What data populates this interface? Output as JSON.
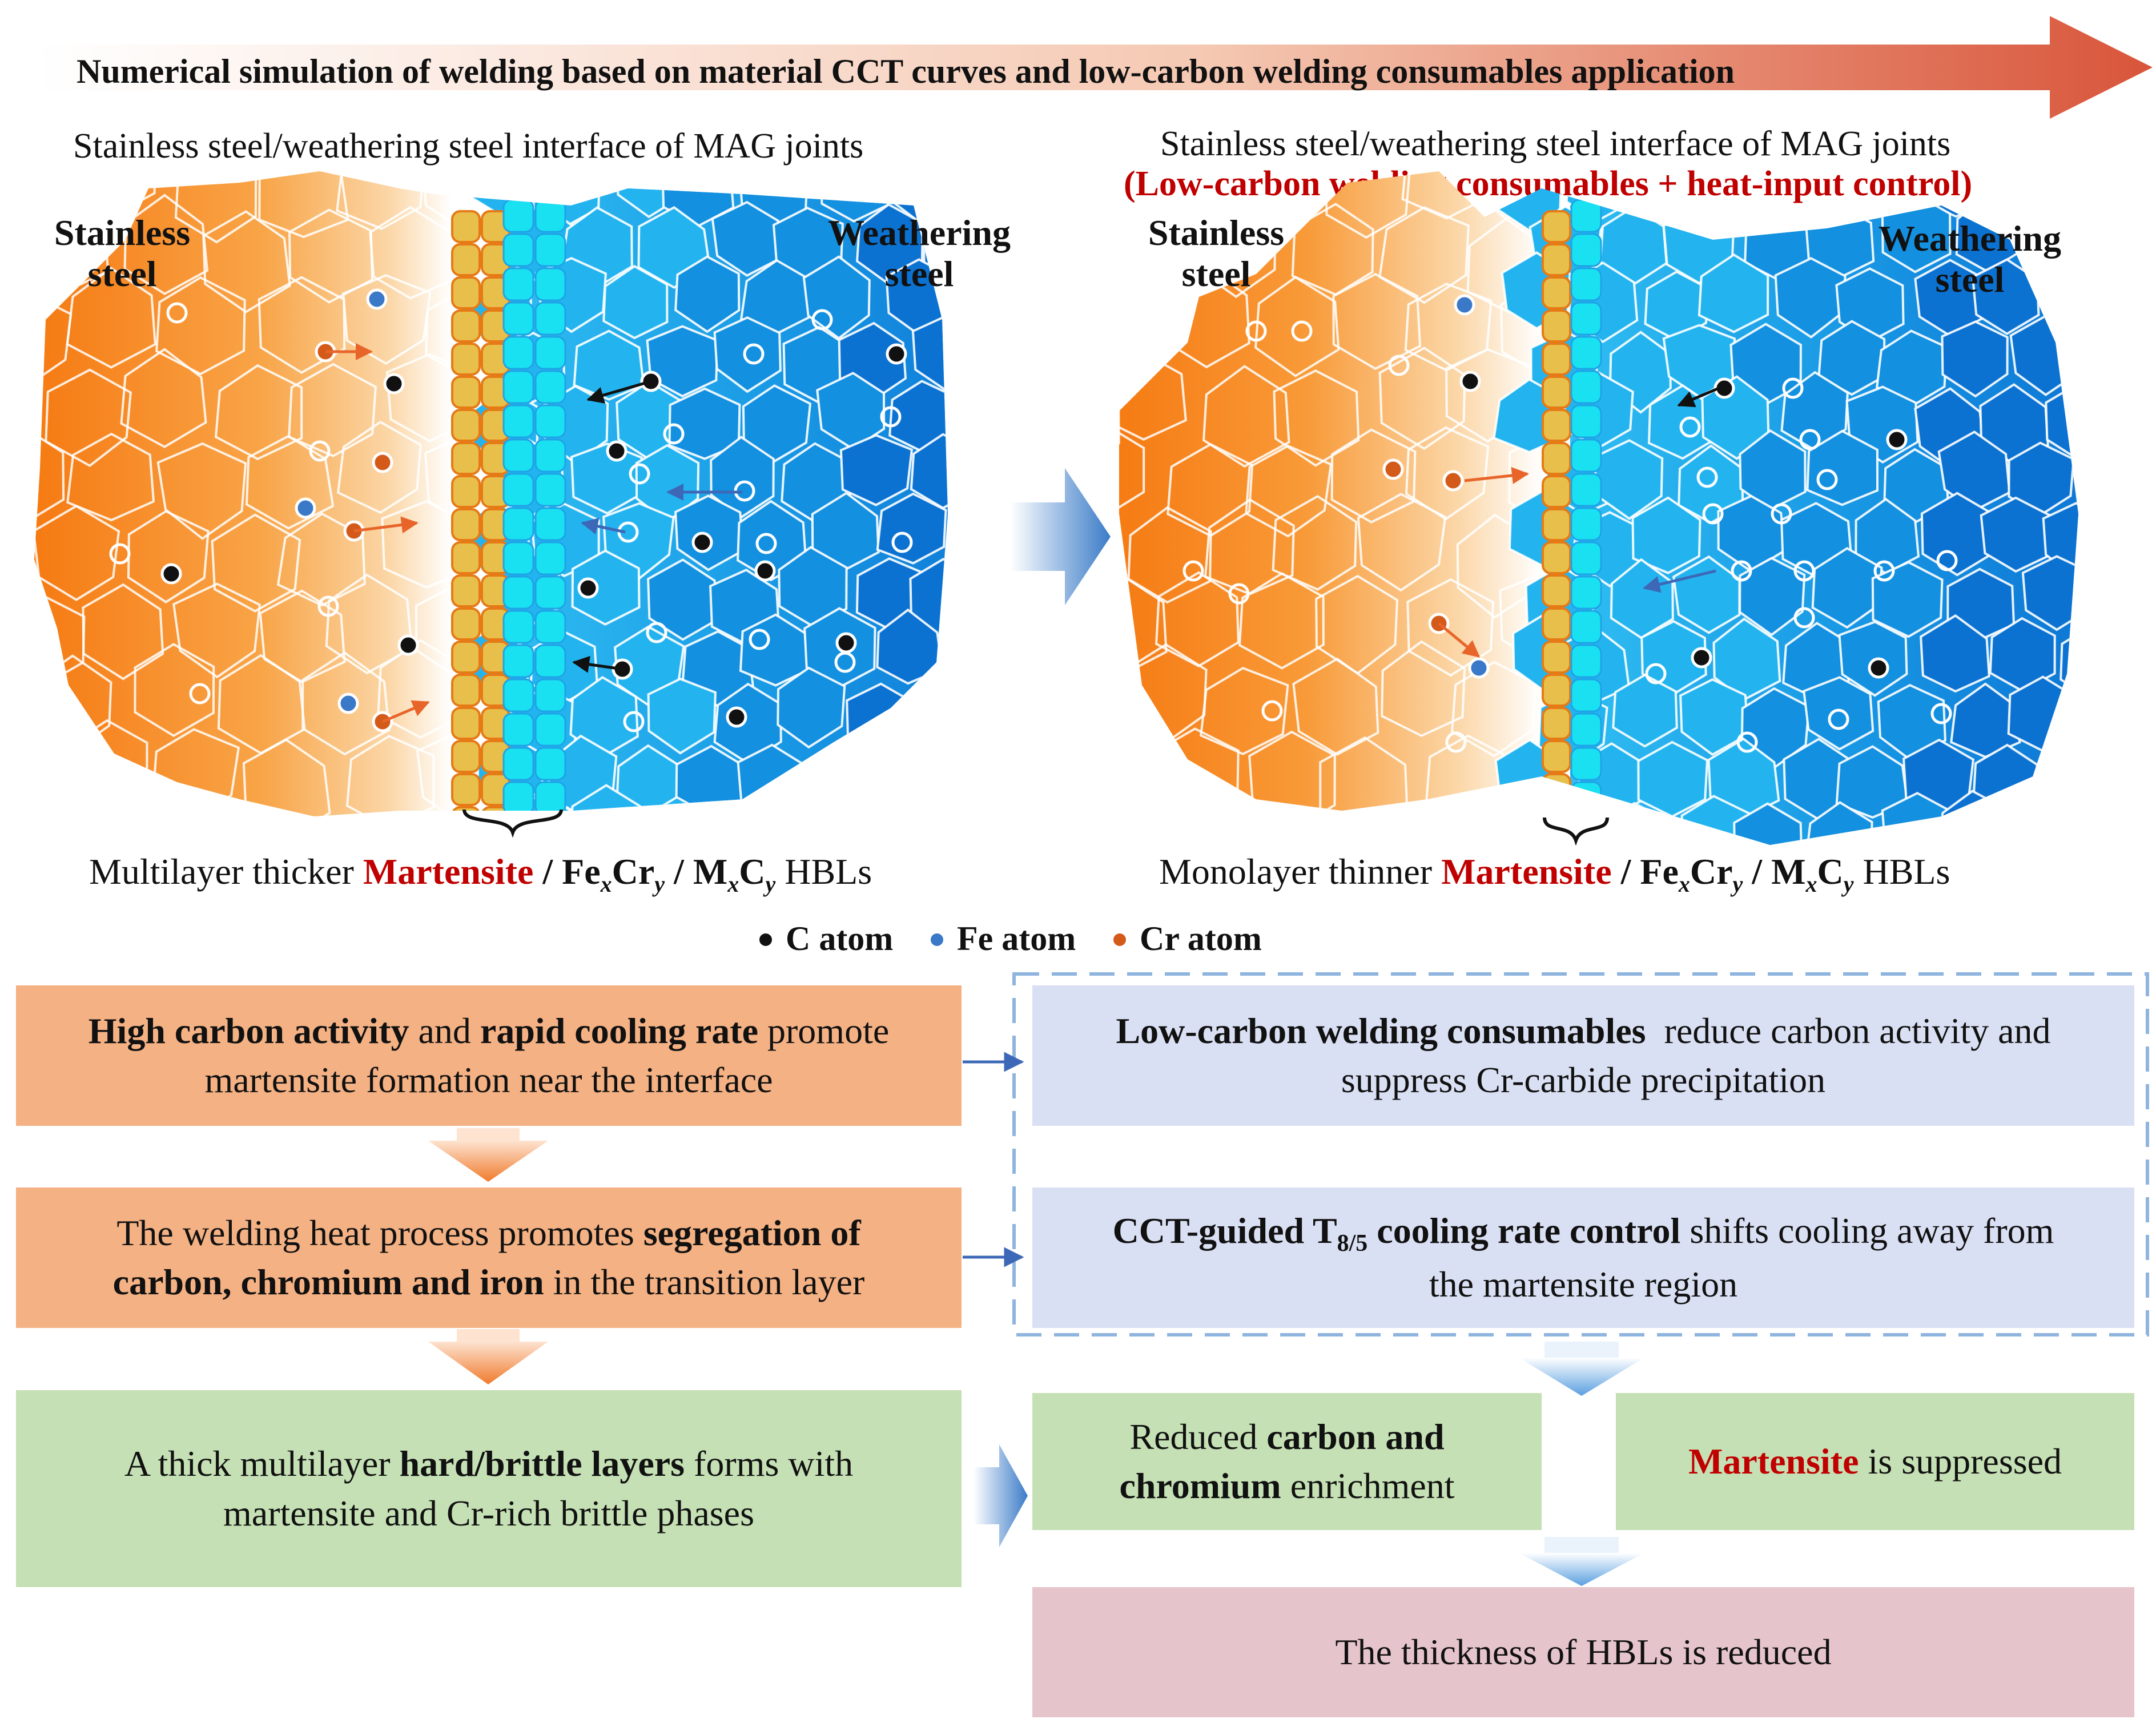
{
  "header": {
    "title": "Numerical simulation of welding based on material CCT curves and low-carbon welding consumables application"
  },
  "left_panel": {
    "title": "Stainless steel/weathering steel interface of MAG joints",
    "label_left": [
      "Stainless",
      "steel"
    ],
    "label_right": [
      "Weathering",
      "steel"
    ],
    "caption": {
      "prefix": "Multilayer thicker ",
      "martensite": "Martensite",
      "sep1": " / ",
      "fe": "Fe",
      "fe_sub": "x",
      "cr": "Cr",
      "cr_sub": "y",
      "sep2": " / ",
      "m": "M",
      "m_sub": "x",
      "c": "C",
      "c_sub": "y",
      "suffix": " HBLs"
    }
  },
  "right_panel": {
    "title": "Stainless steel/weathering steel interface of MAG joints",
    "subtitle": "(Low-carbon welding consumables + heat-input control)",
    "label_left": [
      "Stainless",
      "steel"
    ],
    "label_right": [
      "Weathering",
      "steel"
    ],
    "caption": {
      "prefix": "Monolayer thinner ",
      "martensite": "Martensite",
      "sep1": " / ",
      "fe": "Fe",
      "fe_sub": "x",
      "cr": "Cr",
      "cr_sub": "y",
      "sep2": " / ",
      "m": "M",
      "m_sub": "x",
      "c": "C",
      "c_sub": "y",
      "suffix": " HBLs"
    }
  },
  "legend": [
    {
      "label": "C atom",
      "color": "#111111"
    },
    {
      "label": "Fe atom",
      "color": "#3a78c8"
    },
    {
      "label": "Cr atom",
      "color": "#d45a1a"
    }
  ],
  "flow": {
    "left1": {
      "b1": "High carbon activity",
      "t1": " and ",
      "b2": "rapid cooling rate",
      "t2": " promote",
      "line2": "martensite formation near the interface"
    },
    "left2": {
      "t1": "The welding heat process promotes ",
      "b1": "segregation of",
      "b2": "carbon, chromium and iron",
      "t2": " in the transition layer"
    },
    "left3": {
      "t1": "A thick multilayer ",
      "b1": "hard/brittle layers",
      "t2": " forms with",
      "line2": "martensite and Cr-rich brittle phases"
    },
    "right1": {
      "b1": "Low-carbon welding consumables",
      "t1": "  reduce carbon activity and",
      "line2": "suppress Cr-carbide precipitation"
    },
    "right2": {
      "b1": "CCT-guided T",
      "b1_sub": "8/5",
      "b2": " cooling rate control",
      "t1": " shifts cooling away from",
      "line2": "the martensite region"
    },
    "right3a": {
      "t1": "Reduced ",
      "b1": "carbon and",
      "b2": "chromium",
      "t2": " enrichment"
    },
    "right3b": {
      "r1": "Martensite",
      "t1": " is suppressed"
    },
    "right4": {
      "t1": "The thickness of HBLs is reduced"
    }
  },
  "colors": {
    "stainless_orange": "#f47a16",
    "martensite_yellow": "#e8bf4a",
    "cyan_layer": "#19e1f2",
    "weathering_blue": "#0b6fd1",
    "arrow_orange": "#e8652a",
    "connector_blue": "#3d68b8"
  }
}
